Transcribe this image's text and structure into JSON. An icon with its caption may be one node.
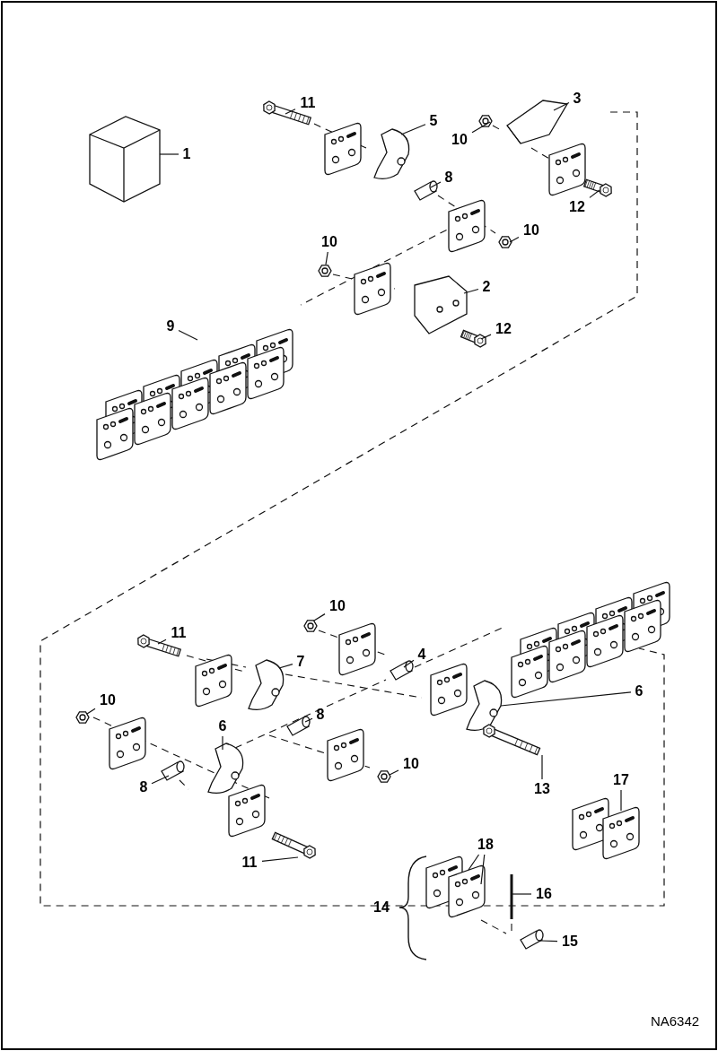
{
  "diagram": {
    "nodes": [
      {
        "text": [
          "1"
        ]
      },
      {
        "text": [
          "11"
        ]
      },
      {
        "text": [
          "5"
        ]
      },
      {
        "text": [
          "3"
        ]
      },
      {
        "text": [
          "10"
        ]
      },
      {
        "text": [
          "8"
        ]
      },
      {
        "text": [
          "12"
        ]
      },
      {
        "text": [
          "10"
        ]
      },
      {
        "text": [
          "10"
        ]
      },
      {
        "text": [
          "2"
        ]
      },
      {
        "text": [
          "12"
        ]
      },
      {
        "text": [
          "9"
        ]
      },
      {
        "text": [
          "10"
        ]
      },
      {
        "text": [
          "11"
        ]
      },
      {
        "text": [
          "7"
        ]
      },
      {
        "text": [
          "4"
        ]
      },
      {
        "text": [
          "10"
        ]
      },
      {
        "text": [
          "6"
        ]
      },
      {
        "text": [
          "8"
        ]
      },
      {
        "text": [
          "6"
        ]
      },
      {
        "text": [
          "8"
        ]
      },
      {
        "text": [
          "10"
        ]
      },
      {
        "text": [
          "13"
        ]
      },
      {
        "text": [
          "11"
        ]
      },
      {
        "text": [
          "17"
        ]
      },
      {
        "text": [
          "18"
        ]
      },
      {
        "text": [
          "16"
        ]
      },
      {
        "text": [
          "15"
        ]
      },
      {
        "text": [],
        "shape": "picture"
      },
      {
        "text": [],
        "shape": "picture"
      },
      {
        "text": [],
        "shape": "picture"
      },
      {
        "text": [],
        "shape": "picture"
      },
      {
        "text": [],
        "shape": "picture"
      },
      {
        "text": [],
        "shape": "picture"
      },
      {
        "text": [],
        "shape": "picture"
      },
      {
        "text": [],
        "shape": "picture"
      },
      {
        "text": [],
        "shape": "picture"
      },
      {
        "text": [],
        "shape": "picture"
      },
      {
        "text": [],
        "shape": "picture"
      },
      {
        "text": [],
        "shape": "picture"
      },
      {
        "text": [],
        "shape": "picture"
      },
      {
        "text": [],
        "shape": "picture"
      },
      {
        "text": [],
        "shape": "picture"
      },
      {
        "text": [],
        "shape": "picture"
      },
      {
        "text": [],
        "shape": "picture"
      },
      {
        "text": [],
        "shape": "picture"
      },
      {
        "text": [],
        "shape": "picture"
      },
      {
        "text": [],
        "shape": "picture"
      },
      {
        "text": [],
        "shape": "picture"
      },
      {
        "text": [],
        "shape": "picture"
      },
      {
        "text": [],
        "shape": "picture"
      },
      {
        "text": [],
        "shape": "picture"
      },
      {
        "text": [],
        "shape": "picture"
      },
      {
        "text": [],
        "shape": "picture"
      },
      {
        "text": [],
        "shape": "picture"
      },
      {
        "text": [],
        "shape": "picture"
      },
      {
        "text": [],
        "shape": "picture"
      }
    ],
    "edges": [
      {
        "from": 0,
        "to": 28,
        "arrow": "none"
      },
      {
        "from": 1,
        "to": 29,
        "arrow": "none"
      },
      {
        "from": 2,
        "to": 30,
        "arrow": "none"
      },
      {
        "from": 3,
        "to": 31,
        "arrow": "none"
      },
      {
        "from": 4,
        "to": 32,
        "arrow": "none"
      },
      {
        "from": 5,
        "to": 33,
        "arrow": "none"
      },
      {
        "from": 6,
        "to": 34,
        "arrow": "none"
      },
      {
        "from": 7,
        "to": 35,
        "arrow": "none"
      },
      {
        "from": 8,
        "to": 36,
        "arrow": "none"
      },
      {
        "from": 9,
        "to": 37,
        "arrow": "none"
      },
      {
        "from": 10,
        "to": 38,
        "arrow": "none"
      },
      {
        "from": 11,
        "to": 39,
        "arrow": "none"
      },
      {
        "from": 12,
        "to": 40,
        "arrow": "none"
      },
      {
        "from": 13,
        "to": 41,
        "arrow": "none"
      },
      {
        "from": 14,
        "to": 42,
        "arrow": "none"
      },
      {
        "from": 15,
        "to": 43,
        "arrow": "none"
      },
      {
        "from": 16,
        "to": 44,
        "arrow": "none"
      },
      {
        "from": 17,
        "to": 45,
        "arrow": "none"
      },
      {
        "from": 18,
        "to": 46,
        "arrow": "none"
      },
      {
        "from": 19,
        "to": 47,
        "arrow": "none"
      },
      {
        "from": 20,
        "to": 48,
        "arrow": "none"
      },
      {
        "from": 21,
        "to": 49,
        "arrow": "none"
      },
      {
        "from": 22,
        "to": 50,
        "arrow": "none"
      },
      {
        "from": 23,
        "to": 51,
        "arrow": "none"
      },
      {
        "from": 24,
        "to": 52,
        "arrow": "none"
      },
      {
        "from": 25,
        "to": 53,
        "arrow": "none"
      },
      {
        "from": 25,
        "to": 54,
        "arrow": "none"
      },
      {
        "from": 26,
        "to": 55,
        "arrow": "none"
      },
      {
        "from": 27,
        "to": 56,
        "arrow": "none"
      }
    ],
    "labels": [
      "14",
      "NA6342"
    ]
  }
}
